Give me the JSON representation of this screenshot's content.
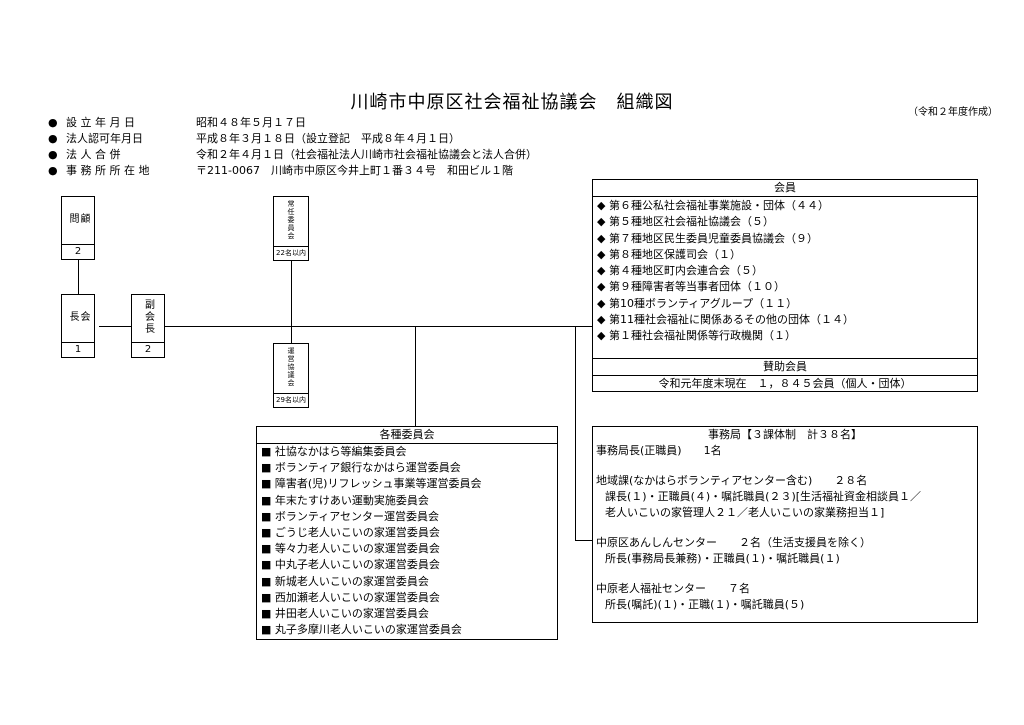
{
  "header": {
    "title": "川崎市中原区社会福祉協議会　組織図",
    "subtitle": "（令和２年度作成）"
  },
  "info": [
    {
      "bullet": "●",
      "label": "設 立 年 月 日",
      "value": "昭和４８年５月１７日"
    },
    {
      "bullet": "●",
      "label": "法人認可年月日",
      "value": "平成８年３月１８日（設立登記　平成８年４月１日）"
    },
    {
      "bullet": "●",
      "label": "法 人 合 併",
      "value": "令和２年４月１日（社会福祉法人川崎市社会福祉協議会と法人合併）"
    },
    {
      "bullet": "●",
      "label": "事 務 所 所 在 地",
      "value": "〒211-0067　川崎市中原区今井上町１番３４号　和田ビル１階"
    }
  ],
  "org": {
    "advisor": {
      "name": "顧問",
      "count": "2"
    },
    "chair": {
      "name": "会長",
      "count": "1"
    },
    "vice_chair": {
      "name": "副会長",
      "count": "2"
    },
    "standing": {
      "name": "常任委員会",
      "note": "22名以内"
    },
    "steering": {
      "name": "運営協議会",
      "note": "29名以内"
    }
  },
  "members": {
    "title": "会員",
    "items": [
      "◆ 第６種公私社会福祉事業施設・団体（４４）",
      "◆ 第５種地区社会福祉協議会（５）",
      "◆ 第７種地区民生委員児童委員協議会（９）",
      "◆ 第８種地区保護司会（１）",
      "◆ 第４種地区町内会連合会（５）",
      "◆ 第９種障害者等当事者団体（１０）",
      "◆ 第10種ボランティアグループ（１１）",
      "◆ 第11種社会福祉に関係あるその他の団体（１４）",
      "◆ 第１種社会福祉関係等行政機関（１）"
    ],
    "supporting_title": "賛助会員",
    "supporting_text": "令和元年度末現在　１，８４５会員（個人・団体）"
  },
  "committees": {
    "title": "各種委員会",
    "items": [
      "■ 社協なかはら等編集委員会",
      "■ ボランティア銀行なかはら運営委員会",
      "■ 障害者(児)リフレッシュ事業等運営委員会",
      "■ 年末たすけあい運動実施委員会",
      "■ ボランティアセンター運営委員会",
      "■ ごうじ老人いこいの家運営委員会",
      "■ 等々力老人いこいの家運営委員会",
      "■ 中丸子老人いこいの家運営委員会",
      "■ 新城老人いこいの家運営委員会",
      "■ 西加瀬老人いこいの家運営委員会",
      "■ 井田老人いこいの家運営委員会",
      "■ 丸子多摩川老人いこいの家運営委員会"
    ]
  },
  "secretariat": {
    "title": "事務局【３課体制　計３８名】",
    "head": "事務局長(正職員)　　1名",
    "section1": "地域課(なかはらボランティアセンター含む)　　２８名",
    "section1_detail1": "課長(１)・正職員(４)・嘱託職員(２３)[生活福祉資金相談員１／",
    "section1_detail2": "老人いこいの家管理人２１／老人いこいの家業務担当１]",
    "section2": "中原区あんしんセンター　　２名（生活支援員を除く）",
    "section2_detail": "所長(事務局長兼務)・正職員(１)・嘱託職員(１)",
    "section3": "中原老人福祉センター　　７名",
    "section3_detail": "所長(嘱託)(１)・正職(１)・嘱託職員(５)"
  }
}
